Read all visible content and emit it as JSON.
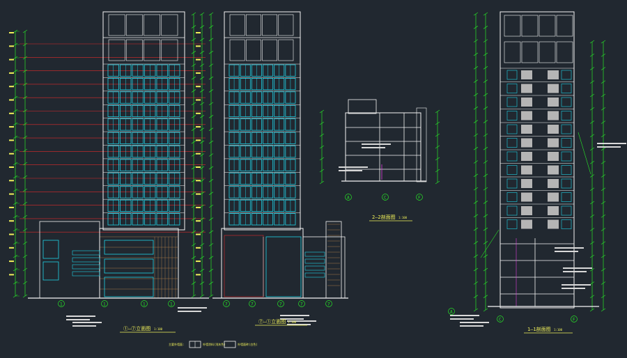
{
  "drawing": {
    "background": "#212830",
    "colors": {
      "outline": "#f5f5f5",
      "window": "#1fd2e6",
      "dimension": "#27e627",
      "floor_line": "#e02a2a",
      "label": "#f2f25a",
      "annotation": "#d9d9d9",
      "section_fill": "#b5b5b5",
      "magenta": "#e03fe0",
      "brown": "#a87848"
    },
    "views": [
      {
        "name": "elevation-1",
        "caption": "①—⑦立面图",
        "scale": "1:100"
      },
      {
        "name": "elevation-2",
        "caption": "⑦—①立面图",
        "scale": "1:100"
      },
      {
        "name": "section-2-2",
        "caption": "2—2剖面图",
        "scale": "1:100"
      },
      {
        "name": "section-1-1",
        "caption": "1—1剖面图",
        "scale": "1:100"
      }
    ],
    "axis_markers": [
      "1",
      "7",
      "A",
      "C",
      "F"
    ],
    "legend": {
      "item1": "主要外墙面:",
      "item2": "外墙涂料(浅灰色)",
      "item3": "外墙面砖(白色)"
    }
  }
}
